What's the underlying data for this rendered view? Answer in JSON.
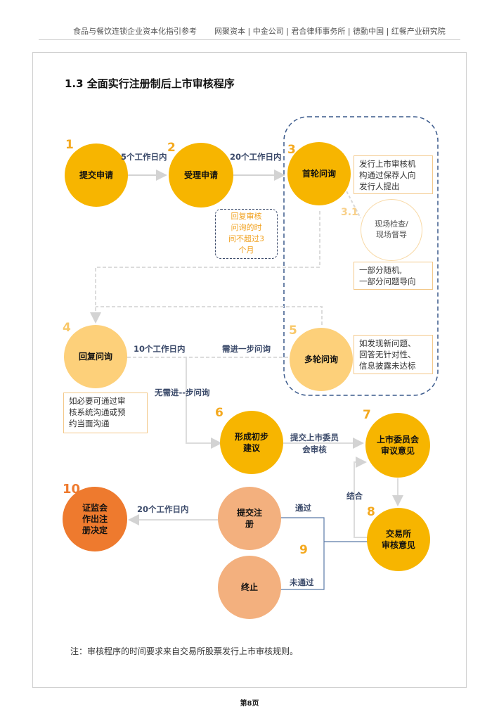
{
  "header": {
    "left": "食品与餐饮连锁企业资本化指引参考",
    "right": "网聚资本 | 中金公司 | 君合律师事务所 | 德勤中国 | 红餐产业研究院"
  },
  "title": "1.3 全面实行注册制后上市审核程序",
  "nodes": {
    "n1": {
      "num": "1",
      "label": "提交申请"
    },
    "n2": {
      "num": "2",
      "label": "受理申请"
    },
    "n3": {
      "num": "3",
      "label": "首轮问询"
    },
    "n31": {
      "num": "3.1",
      "label": "现场检查/\n现场督导"
    },
    "n4": {
      "num": "4",
      "label": "回复问询"
    },
    "n5": {
      "num": "5",
      "label": "多轮问询"
    },
    "n6": {
      "num": "6",
      "label": "形成初步\n建议"
    },
    "n7": {
      "num": "7",
      "label": "上市委员会\n审议意见"
    },
    "n8": {
      "num": "8",
      "label": "交易所\n审核意见"
    },
    "n9": {
      "num": "9",
      "label": "提交注\n册"
    },
    "n_term": {
      "label": "终止"
    },
    "n10": {
      "num": "10",
      "label": "证监会\n作出注\n册决定"
    }
  },
  "edges": {
    "e1_2": "5个工作日内",
    "e2_3": "20个工作日内",
    "e4_5a": "10个工作日内",
    "e4_5b": "需进一步问询",
    "e4_6": "无需进--步问询",
    "e6_7": "提交上市委员\n会审核",
    "e_join": "结合",
    "e_pass": "通过",
    "e_fail": "未通过",
    "e9_10": "20个工作日内"
  },
  "notes": {
    "reply_time": "回复审核\n问询的时\n间不超过3\n个月",
    "n3_note": "发行上市审核机\n构通过保荐人向\n发行人提出",
    "n31_note": "一部分随机,\n一部分问题导向",
    "n5_note": "如发现新问题、\n回答无针对性、\n信息披露未达标",
    "n4_note": "如必要可通过审\n核系统沟通或预\n约当面沟通"
  },
  "footnote": "注：审核程序的时间要求来自交易所股票发行上市审核规则。",
  "page_number": "第8页",
  "colors": {
    "main": "#f7b500",
    "light": "#fdd07a",
    "peach": "#f3b07e",
    "dark": "#ee7a2e",
    "line": "#3b4a6a",
    "connector": "#dcdcdc"
  }
}
